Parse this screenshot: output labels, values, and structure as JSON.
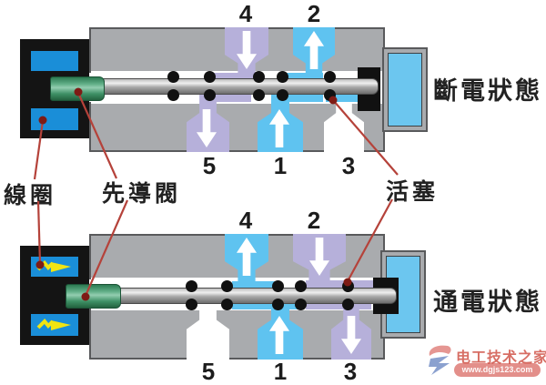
{
  "part_labels": {
    "coil": "線圈",
    "pilot_valve": "先導閥",
    "piston": "活塞"
  },
  "diagram_top": {
    "state_label": "斷電狀態",
    "state_meaning": "de-energized",
    "ports": [
      {
        "label": "4",
        "position": "top",
        "flow": "down",
        "channel_color": "#b6b0da"
      },
      {
        "label": "2",
        "position": "top",
        "flow": "up",
        "channel_color": "#5fc3f0"
      },
      {
        "label": "5",
        "position": "bottom",
        "flow": "down",
        "channel_color": "#b6b0da"
      },
      {
        "label": "1",
        "position": "bottom",
        "flow": "up",
        "channel_color": "#5fc3f0"
      },
      {
        "label": "3",
        "position": "bottom",
        "flow": "none",
        "channel_color": "#ffffff"
      }
    ]
  },
  "diagram_bottom": {
    "state_label": "通電狀態",
    "state_meaning": "energized",
    "ports": [
      {
        "label": "4",
        "position": "top",
        "flow": "up",
        "channel_color": "#5fc3f0"
      },
      {
        "label": "2",
        "position": "top",
        "flow": "down",
        "channel_color": "#b6b0da"
      },
      {
        "label": "5",
        "position": "bottom",
        "flow": "none",
        "channel_color": "#ffffff"
      },
      {
        "label": "1",
        "position": "bottom",
        "flow": "up",
        "channel_color": "#5fc3f0"
      },
      {
        "label": "3",
        "position": "bottom",
        "flow": "down",
        "channel_color": "#b6b0da"
      }
    ]
  },
  "watermark": {
    "site_name": "电工技术之家",
    "url": "www.dgjs123.com"
  },
  "colors": {
    "body_gray": "#a9abae",
    "channel_cyan": "#5fc3f0",
    "channel_purple": "#b6b0da",
    "coil_blue": "#1a8ed8",
    "pilot_green": "#3f9166",
    "solenoid_black": "#141414",
    "leader_red": "#b5423a",
    "current_arrow_yellow": "#f0e412"
  }
}
